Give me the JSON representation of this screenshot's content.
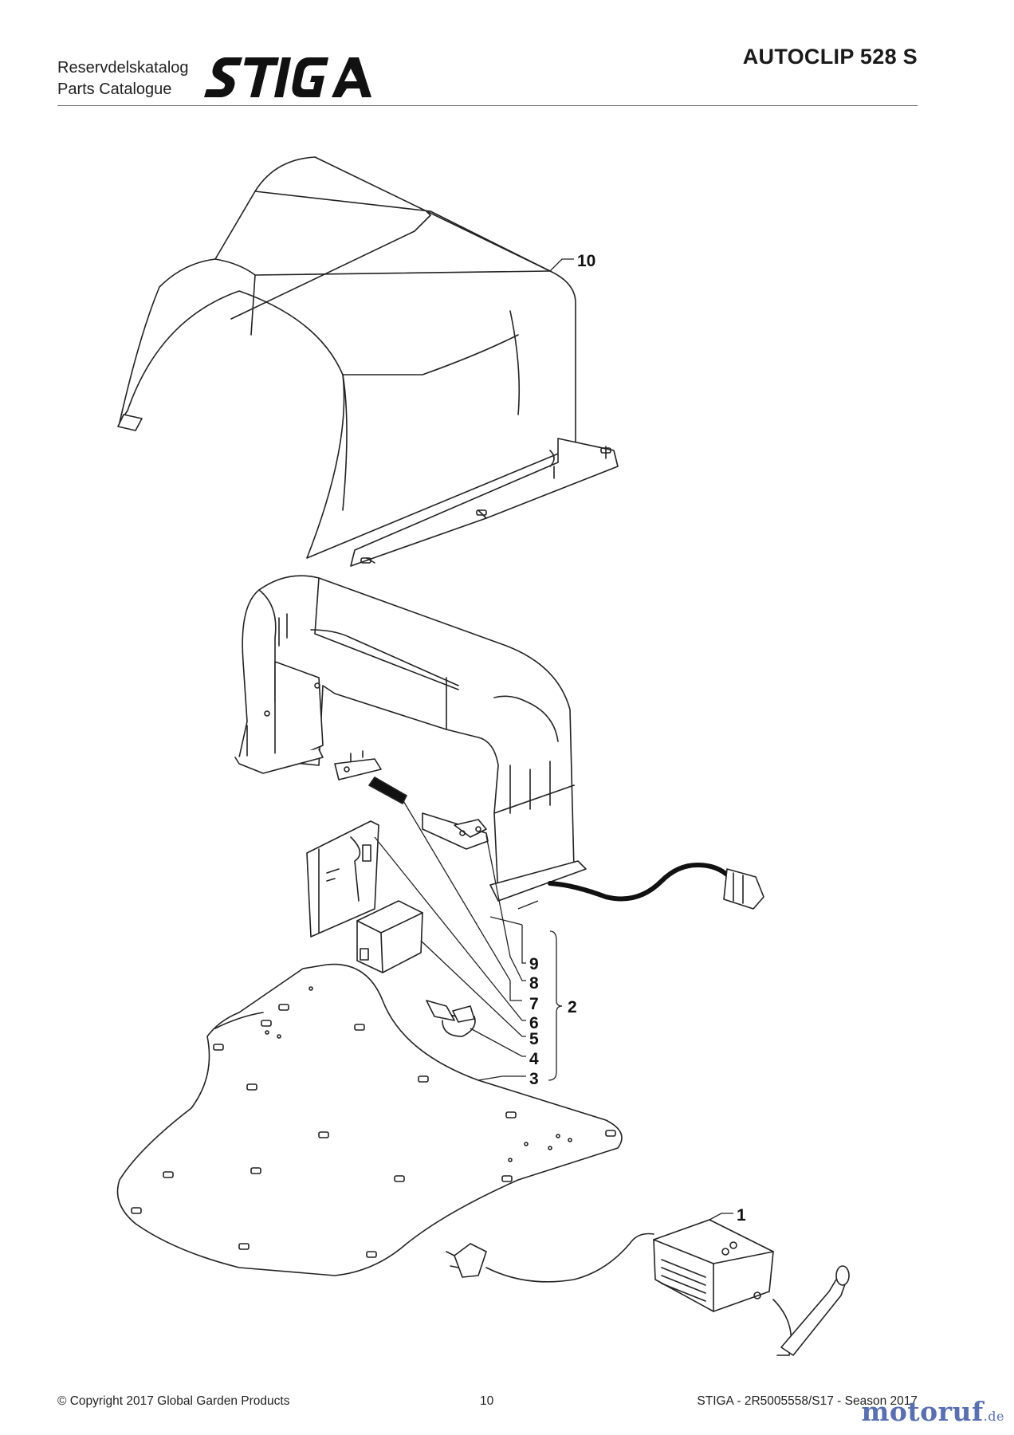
{
  "header": {
    "catalog_line1": "Reservdelskatalog",
    "catalog_line2": "Parts Catalogue",
    "brand": "STIGA",
    "model": "AUTOCLIP 528 S"
  },
  "diagram": {
    "callouts": [
      "1",
      "2",
      "3",
      "4",
      "5",
      "6",
      "7",
      "8",
      "9",
      "10"
    ]
  },
  "footer": {
    "copyright": "© Copyright 2017 Global Garden Products",
    "page_number": "10",
    "doc_ref": "STIGA - 2R5005558/S17 - Season 2017"
  },
  "watermark": {
    "name": "motoruf",
    "tld": ".de"
  }
}
